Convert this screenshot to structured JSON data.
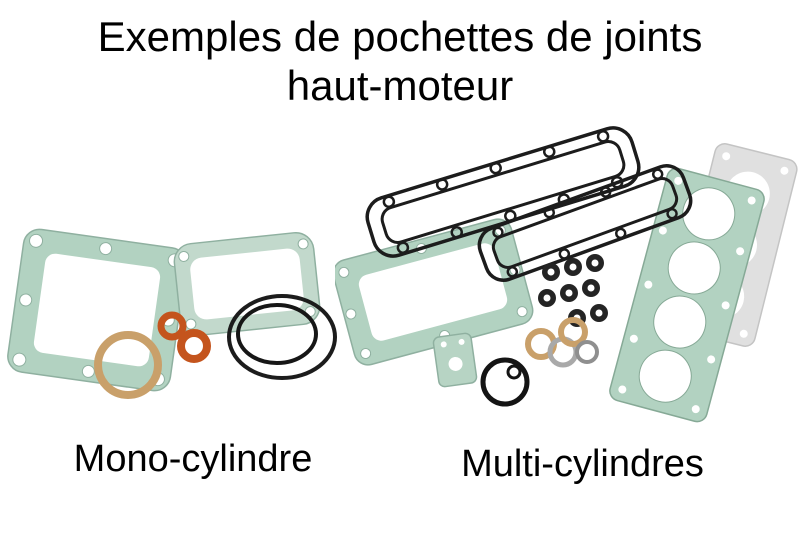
{
  "title": {
    "line1": "Exemples de pochettes de joints",
    "line2": "haut-moteur"
  },
  "figures": {
    "mono": {
      "label": "Mono-cylindre"
    },
    "multi": {
      "label": "Multi-cylindres"
    }
  },
  "colors": {
    "background": "#ffffff",
    "text": "#000000",
    "gasket_paper_teal": "#b2d2c1",
    "gasket_paper_teal_light": "#c2d9cc",
    "gasket_edge": "#8fb0a0",
    "copper": "#c9a06a",
    "orange_gasket": "#c4541d",
    "rubber_black": "#1c1c1c",
    "steel_gray": "#e0e0e0"
  }
}
